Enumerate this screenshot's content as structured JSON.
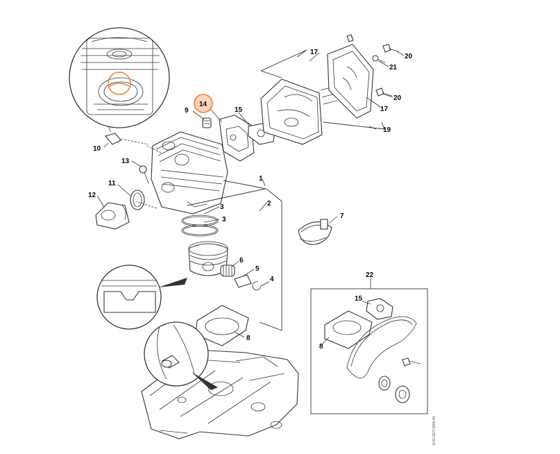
{
  "diagram": {
    "highlight_color": "#ef7d31",
    "highlight_fill": "#fbd5b9",
    "callouts": {
      "c1": "1",
      "c2": "2",
      "c3a": "3",
      "c3b": "3",
      "c4": "4",
      "c5": "5",
      "c6": "6",
      "c7": "7",
      "c8a": "8",
      "c8b": "8",
      "c9": "9",
      "c10": "10",
      "c11": "11",
      "c12": "12",
      "c13": "13",
      "c14": "14",
      "c15a": "15",
      "c15b": "15",
      "c17a": "17",
      "c17b": "17",
      "c19": "19",
      "c20a": "20",
      "c20b": "20",
      "c21": "21",
      "c22": "22"
    },
    "drawing_code": "1142-GET-0009-A1"
  }
}
